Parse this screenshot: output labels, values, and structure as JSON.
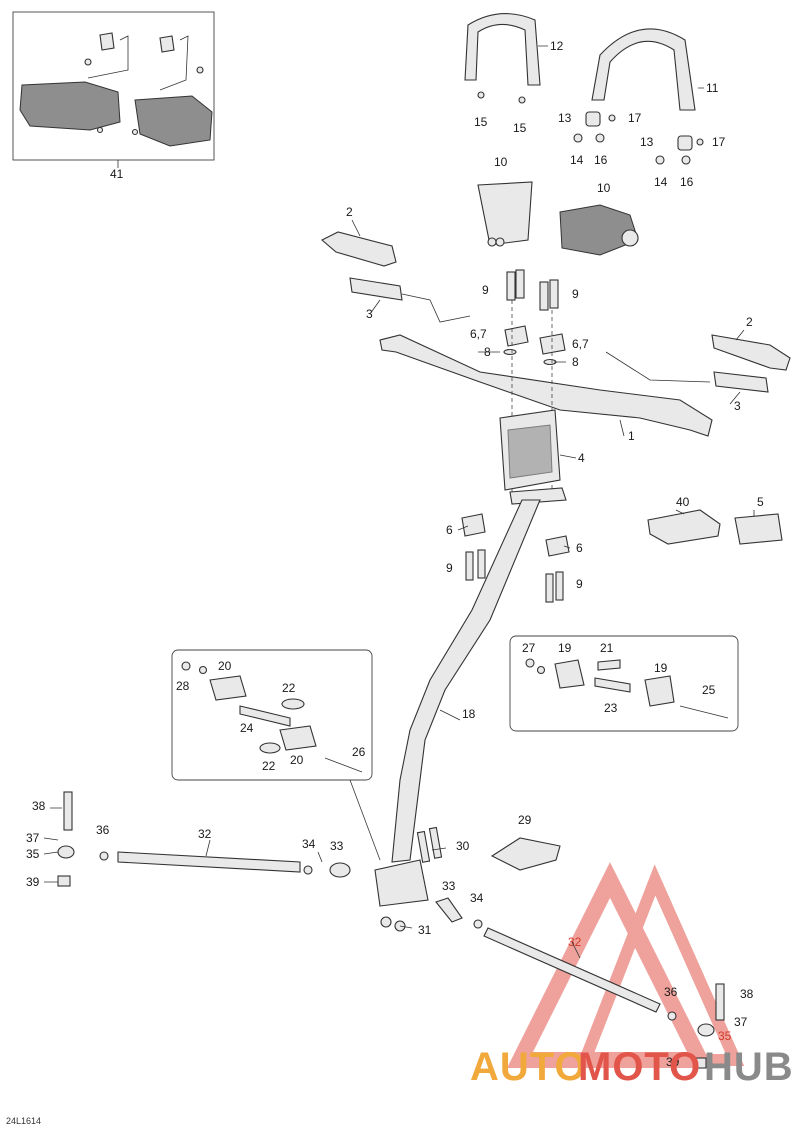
{
  "diagram_ref": "24L1614",
  "callouts": {
    "c1": "1",
    "c2a": "2",
    "c2b": "2",
    "c3a": "3",
    "c3b": "3",
    "c4": "4",
    "c5": "5",
    "c6a": "6",
    "c6b": "6",
    "c67a": "6,7",
    "c67b": "6,7",
    "c8a": "8",
    "c8b": "8",
    "c9a": "9",
    "c9b": "9",
    "c9c": "9",
    "c9d": "9",
    "c10a": "10",
    "c10b": "10",
    "c11": "11",
    "c12": "12",
    "c13a": "13",
    "c13b": "13",
    "c14a": "14",
    "c14b": "14",
    "c15a": "15",
    "c15b": "15",
    "c16a": "16",
    "c16b": "16",
    "c17a": "17",
    "c17b": "17",
    "c18": "18",
    "c19a": "19",
    "c19b": "19",
    "c20a": "20",
    "c20b": "20",
    "c21": "21",
    "c22a": "22",
    "c22b": "22",
    "c23": "23",
    "c24": "24",
    "c25": "25",
    "c26": "26",
    "c27": "27",
    "c28": "28",
    "c29": "29",
    "c30": "30",
    "c31": "31",
    "c32a": "32",
    "c32b": "32",
    "c33a": "33",
    "c33b": "33",
    "c34a": "34",
    "c34b": "34",
    "c35a": "35",
    "c35b": "35",
    "c36a": "36",
    "c36b": "36",
    "c37a": "37",
    "c37b": "37",
    "c38a": "38",
    "c38b": "38",
    "c39a": "39",
    "c39b": "39",
    "c40": "40",
    "c41": "41"
  },
  "watermark": {
    "part1": "AUTO",
    "part2": "MOTO",
    "part3": "HUB"
  },
  "colors": {
    "line": "#333333",
    "part_fill": "#e9e9e9",
    "watermark_red": "#e2554a",
    "watermark_orange": "#f2a93b"
  }
}
